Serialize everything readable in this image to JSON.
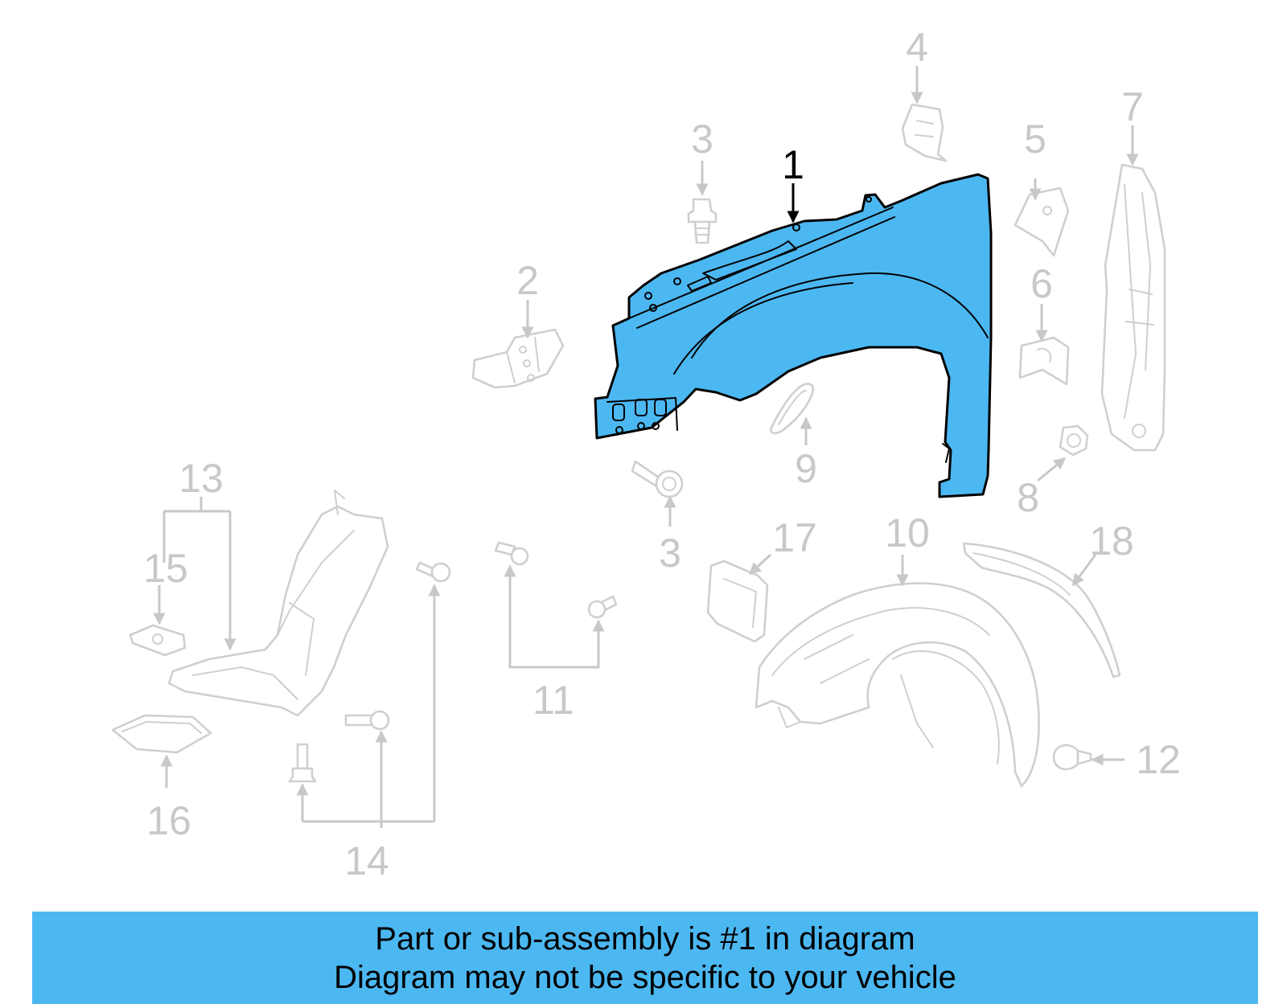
{
  "colors": {
    "highlight": "#4cb8f2",
    "part_line": "#cfcfcf",
    "label": "#c8c8c8",
    "banner": "#4cb8f2"
  },
  "callouts": {
    "c1": "1",
    "c2": "2",
    "c3a": "3",
    "c3b": "3",
    "c4": "4",
    "c5": "5",
    "c6": "6",
    "c7": "7",
    "c8": "8",
    "c9": "9",
    "c10": "10",
    "c11": "11",
    "c12": "12",
    "c13": "13",
    "c14": "14",
    "c15": "15",
    "c16": "16",
    "c17": "17",
    "c18": "18"
  },
  "banner": {
    "line1": "Part or sub-assembly is #1 in diagram",
    "line2": "Diagram may not be specific to your vehicle"
  }
}
